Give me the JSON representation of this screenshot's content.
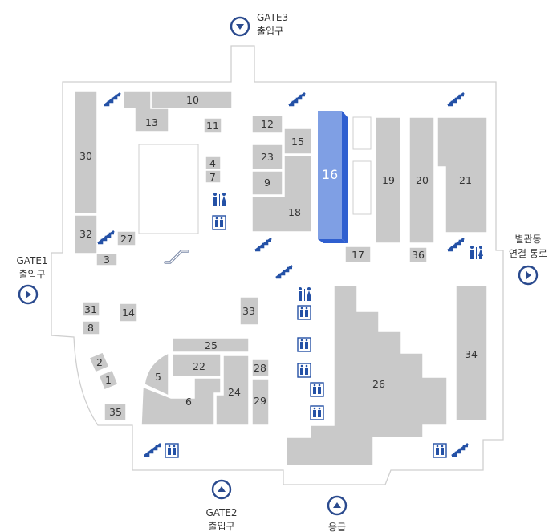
{
  "rooms": {
    "r1": "1",
    "r2": "2",
    "r3": "3",
    "r5": "5",
    "r6": "6",
    "r8": "8",
    "r9": "9",
    "r10": "10",
    "r11": "11",
    "r12": "12",
    "r13": "13",
    "r14": "14",
    "r15": "15",
    "r16": "16",
    "r17": "17",
    "r18": "18",
    "r19": "19",
    "r20": "20",
    "r21": "21",
    "r22": "22",
    "r23": "23",
    "r24": "24",
    "r25": "25",
    "r26": "26",
    "r27": "27",
    "r28": "28",
    "r29": "29",
    "r30": "30",
    "r31": "31",
    "r32": "32",
    "r33": "33",
    "r34": "34",
    "r35": "35",
    "r36": "36",
    "r4": "4",
    "r7": "7"
  },
  "gates": {
    "gate3": {
      "line1": "GATE3",
      "line2": "출입구"
    },
    "gate1": {
      "line1": "GATE1",
      "line2": "출입구"
    },
    "gate2": {
      "line1": "GATE2",
      "line2": "출입구"
    },
    "annex": {
      "line1": "별관동",
      "line2": "연결 통로"
    },
    "emergency": {
      "line1": "응급"
    }
  },
  "colors": {
    "room": "#c9c9c9",
    "highlight_room": "#7f9fe4",
    "highlight_side": "#2f5fd0",
    "icon_blue": "#2451a6",
    "outline": "#cccccc"
  },
  "icons": [
    "stairs-icon",
    "elevator-icon",
    "restroom-icon",
    "escalator-icon",
    "gate-arrow-icon"
  ]
}
